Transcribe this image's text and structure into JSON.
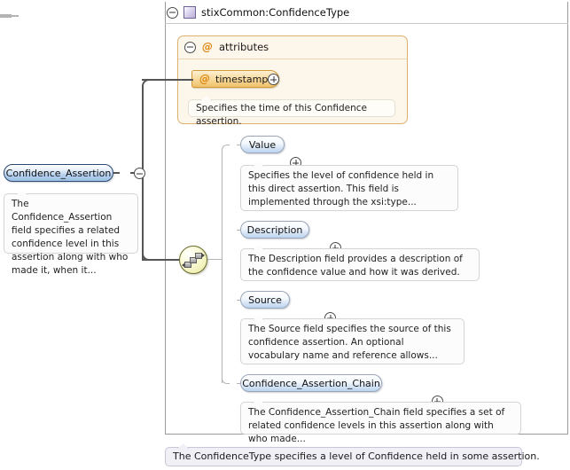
{
  "type_container": {
    "header_label": "stixCommon:ConfidenceType",
    "header_toggle": "collapse-minus",
    "type_icon": "complex-type-swatch",
    "footer_annotation": "The ConfidenceType specifies a level of Confidence held in some assertion."
  },
  "attributes_panel": {
    "label": "attributes",
    "toggle": "collapse-minus",
    "at_symbol": "@",
    "items": [
      {
        "name": "timestamp",
        "at_symbol": "@",
        "toggle": "expand-plus",
        "annotation": "Specifies the time of this Confidence assertion."
      }
    ]
  },
  "root_node": {
    "label": "Confidence_Assertion",
    "toggle": "collapse-minus",
    "annotation": "The Confidence_Assertion field specifies a related confidence level in this assertion along with who made it, when it..."
  },
  "compositor": {
    "kind": "sequence",
    "toggle": "collapse-minus"
  },
  "children": [
    {
      "label": "Value",
      "toggle": "expand-plus",
      "annotation": "Specifies the level of confidence held in this direct assertion. This field is implemented through the xsi:type..."
    },
    {
      "label": "Description",
      "toggle": "expand-plus",
      "annotation": "The Description field provides a description of the confidence value and how it was derived."
    },
    {
      "label": "Source",
      "toggle": "expand-plus",
      "annotation": "The Source field specifies the source of this confidence assertion. An optional vocabulary name and reference allows..."
    },
    {
      "label": "Confidence_Assertion_Chain",
      "toggle": "expand-plus",
      "annotation": "The Confidence_Assertion_Chain field specifies a set of related confidence levels in this assertion along with who made..."
    }
  ],
  "colors": {
    "element_border": "#9aa6b8",
    "element_fill_bottom": "#bcd4ef",
    "attribute_border": "#cf9a3c",
    "attribute_fill": "#f0c169",
    "attributes_panel_border": "#e0b070",
    "attributes_panel_fill": "#fdf6ea",
    "sequence_fill": "#efefb4",
    "trunk_line": "#555555",
    "branch_line": "#b4b4b4",
    "footer_fill": "#f1f0f7",
    "at_symbol": "#e08a16",
    "type_swatch": "#b9aed8"
  }
}
